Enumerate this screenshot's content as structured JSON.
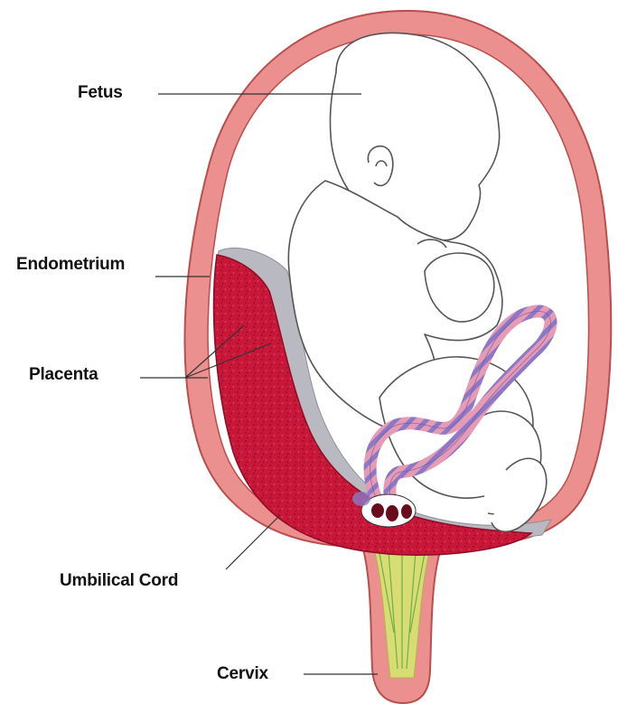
{
  "labels": {
    "fetus": "Fetus",
    "endometrium": "Endometrium",
    "placenta": "Placenta",
    "umbilical_cord": "Umbilical Cord",
    "cervix": "Cervix"
  },
  "colors": {
    "uterine_wall": "#ec8f8f",
    "uterine_wall_outline": "#b94e4e",
    "placenta": "#cc1a3a",
    "endometrium_membrane": "#b9b9c2",
    "cord_pink": "#e79ab4",
    "cord_purple": "#8c78c6",
    "cervical_canal": "#d7dd72",
    "line": "#333333"
  }
}
